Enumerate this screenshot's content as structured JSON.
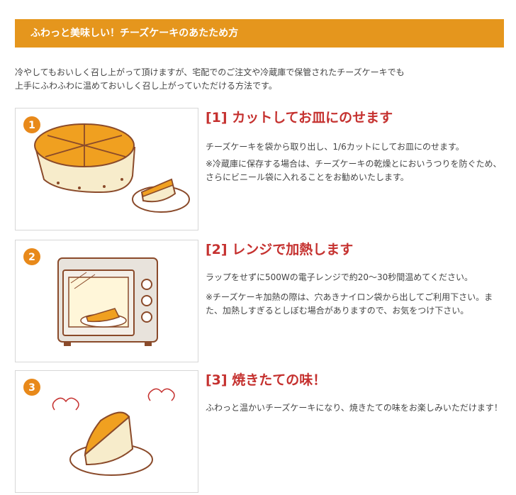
{
  "header": {
    "title": "ふわっと美味しい！チーズケーキのあたため方"
  },
  "intro": {
    "line1": "冷やしてもおいしく召し上がって頂けますが、宅配でのご注文や冷蔵庫で保管されたチーズケーキでも",
    "line2": "上手にふわふわに温めておいしく召し上がっていただける方法です。"
  },
  "steps": [
    {
      "number": "1",
      "title": "[1] カットしてお皿にのせます",
      "desc": "チーズケーキを袋から取り出し、1/6カットにしてお皿にのせます。",
      "note": "※冷蔵庫に保存する場合は、チーズケーキの乾燥とにおいうつりを防ぐため、さらにビニール袋に入れることをお勧めいたします。"
    },
    {
      "number": "2",
      "title": "[2] レンジで加熱します",
      "desc": "ラップをせずに500Wの電子レンジで約20～30秒間温めてください。",
      "note": "※チーズケーキ加熱の際は、穴あきナイロン袋から出してご利用下さい。また、加熱しすぎるとしぼむ場合がありますので、お気をつけ下さい。"
    },
    {
      "number": "3",
      "title": "[3] 焼きたての味！",
      "desc": "ふわっと温かいチーズケーキになり、焼きたての味をお楽しみいただけます！",
      "note": ""
    }
  ],
  "colors": {
    "accent": "#e5961d",
    "title_red": "#c5312f",
    "cake_orange": "#f0a020",
    "outline_brown": "#8a4a2a",
    "badge_orange": "#e8891a"
  }
}
